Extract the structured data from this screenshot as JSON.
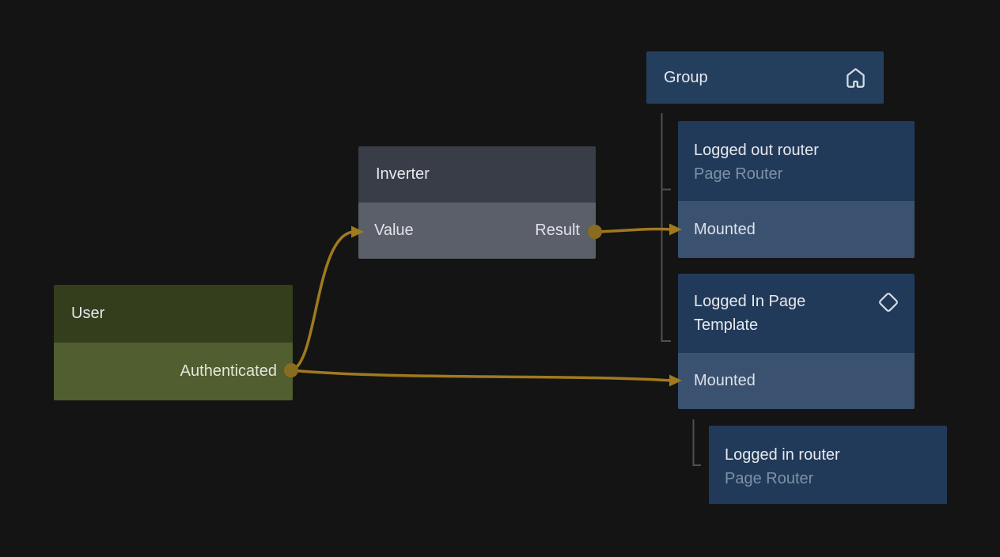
{
  "colors": {
    "bg": "#141414",
    "edge_gold": "#a07a1d",
    "port_dot": "#8a6c20",
    "tree_line": "#4f4f4f",
    "user_header_bg": "#343e1d",
    "user_body_bg": "#505e30",
    "inverter_header_bg": "#393d47",
    "inverter_body_bg": "#5b5f69",
    "blue_header_bg": "#223a59",
    "blue_body_bg": "#3a5170",
    "group_header_bg": "#243f5e",
    "title_text": "#e6e9ee",
    "subtitle_text": "#7e90a8"
  },
  "nodes": {
    "user": {
      "title": "User",
      "output_label": "Authenticated"
    },
    "inverter": {
      "title": "Inverter",
      "input_label": "Value",
      "output_label": "Result"
    },
    "group": {
      "title": "Group",
      "icon": "home-icon"
    },
    "logged_out_router": {
      "title": "Logged out router",
      "subtitle": "Page Router",
      "input_label": "Mounted"
    },
    "logged_in_page_template": {
      "title": "Logged In Page Template",
      "icon": "diamond-icon",
      "input_label": "Mounted"
    },
    "logged_in_router": {
      "title": "Logged in router",
      "subtitle": "Page Router"
    }
  },
  "edges": [
    {
      "from": "User.Authenticated",
      "to": "Inverter.Value"
    },
    {
      "from": "User.Authenticated",
      "to": "Logged In Page Template.Mounted"
    },
    {
      "from": "Inverter.Result",
      "to": "Logged out router.Mounted"
    }
  ],
  "tree": [
    {
      "parent": "Group",
      "children": [
        "Logged out router",
        "Logged In Page Template"
      ]
    },
    {
      "parent": "Logged In Page Template.Mounted",
      "children": [
        "Logged in router"
      ]
    }
  ]
}
